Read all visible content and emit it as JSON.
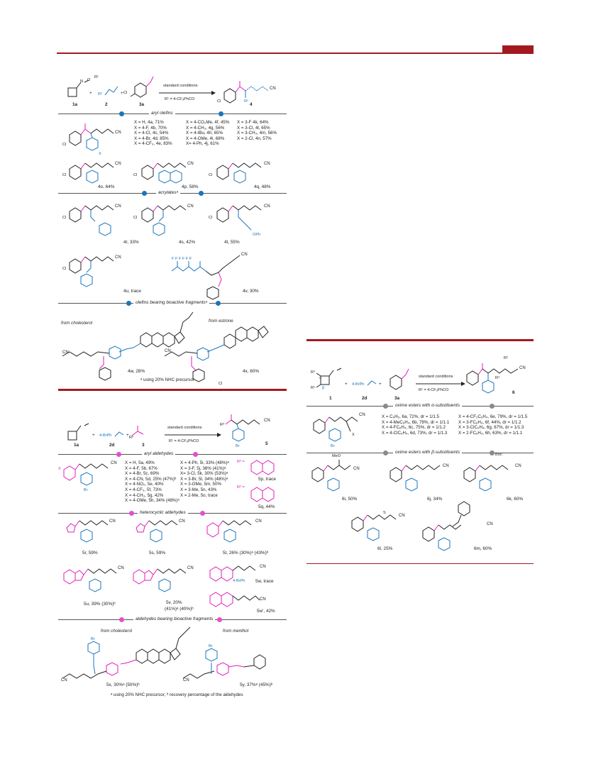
{
  "colors": {
    "rule": "#a21a1f",
    "blue": "#1a75bc",
    "magenta": "#e21db8",
    "grey": "#777777",
    "dot_blue": "#1a75bc",
    "dot_pink": "#e050d0",
    "dot_grey": "#8a8a8a"
  },
  "top_left": {
    "labels": {
      "r1": "R¹ = 4-CF₃PhCO",
      "cond": "standard conditions",
      "c1a": "1a",
      "c2": "2",
      "c3a": "3a",
      "c4": "4",
      "r1sup": "R¹",
      "r2": "R²",
      "cl": "Cl",
      "cn": "CN",
      "n": "N",
      "o": "O"
    },
    "sec_aryl": "aryl olefins",
    "aryl_col1": [
      "X = H, 4a, 71%",
      "X = 4-F, 4b, 70%",
      "X = 4-Cl, 4c, 54%",
      "X = 4-Br, 4d, 85%",
      "X = 4-CF₃, 4e, 83%"
    ],
    "aryl_col2": [
      "X = 4-CO₂Me, 4f, 45%",
      "X = 4-CH₃, 4g, 56%",
      "X = 4-tBu, 4h, 65%",
      "X = 4-OMe, 4i, 68%",
      "X= 4-Ph, 4j, 61%"
    ],
    "aryl_col3": [
      "X = 3-F 4k, 64%",
      "X = 3-Cl, 4l, 65%",
      "X = 3-CH₃, 4m, 56%",
      "X = 2-Cl, 4n, 57%"
    ],
    "x_label": "X",
    "p4o": "4o, 64%",
    "p4p": "4p, 58%",
    "p4q": "4q, 48%",
    "sec_acryl": "acrylatesᵃ",
    "p4r": "4r,  33%",
    "p4s": "4s, 42%",
    "p4t": "4t, 55%",
    "oph": "OPh",
    "p4u": "4u, trace",
    "p4v": "4v, 30%",
    "sec_bio": "olefins bearing bioactive fragmentsᵃ",
    "from_chol": "from cholesterol",
    "from_estr": "from estrone",
    "p4w": "4w, 28%",
    "p4x": "4x, 60%",
    "foot": "ᵃ using 20% NHC precursor"
  },
  "bottom_left": {
    "labels": {
      "c1a": "1a",
      "c2d": "2d",
      "c3": "3",
      "c5": "5",
      "brph": "4-BrPh",
      "cond": "standard conditions",
      "r1": "R¹ = 4-CF₃PhCO",
      "br": "Br",
      "r3": "R³"
    },
    "sec_aryl": "aryl aldehydes",
    "col1": [
      "X = H, 5a, 49%",
      "X = 4-F, 5b, 67%",
      "X = 4-Br, 5c, 69%",
      "X = 4-CN, 5d, 25% (47%)ᵇ",
      "X = 4-NO₂, 5e, 40%",
      "X = 4-CF₃, 5f, 73%",
      "X = 4-CH₃, 5g, 42%",
      "X = 4-OMe, 5h, 34% (48%)ᵃ"
    ],
    "col2": [
      "X = 4-Ph, 5i, 33% (48%)ᵃ",
      "X = 3-F, 5j, 36% (41%)ᵃ",
      "X= 3-Cl, 5k, 30% (53%)ᵃ",
      "X = 3-Br, 5l, 34% (48%)ᵃ",
      "X = 3-OMe, 5m, 50%",
      "X = 3-Me, 5n, 43%",
      "X = 2-Me, 5o, trace"
    ],
    "r3eq1": "R³ =",
    "r3eq2": "R³ =",
    "p5p": "5p, trace",
    "p5q": "5q, 44%",
    "sec_het": "heterocyclic aldehydes",
    "p5r": "5r, 59%",
    "p5s": "5s, 59%",
    "p5t": "5t, 26% (30%)ᵃ (43%)ᵇ",
    "p5u": "5u, 39% (30%)ᵇ",
    "p5v": "5v, 20%",
    "p5v2": "(41%)ᵃ (40%)ᵇ",
    "p5w": "5w, trace",
    "brph2": "4-BrPh",
    "p5w2": "5w', 42%",
    "sec_bio": "aldehydes bearing bioactive fragments",
    "from_chol": "from  cholesterol",
    "from_men": "from menthol",
    "p5x": "5x, 30%ᵃ (50%)ᵇ",
    "p5y": "5y, 37%ᵃ (45%)ᵇ",
    "foot": "ᵃ using 20% NHC precursor, ᵇ recovery percentage of the aldehydes"
  },
  "right": {
    "labels": {
      "c1": "1",
      "c2d": "2d",
      "c3a": "3a",
      "c6": "6",
      "brph": "4-BrPh",
      "cond": "standard conditions",
      "r1": "R¹ = 4-CF₃PhCO",
      "r4": "R⁴",
      "r5": "R⁵",
      "alpha": "α",
      "beta": "β",
      "x": "X",
      "meo": "MeO",
      "boc": "Boc",
      "s": "S"
    },
    "sec_alpha": "oxime esters with α-substituents",
    "col1": [
      "X = C₆H₅, 6a,  72%, dr = 1/1.5",
      "X = 4-MeC₆H₄, 6b, 78%, dr = 1/1.1",
      "X = 4-FC₆H₄, 6c, 75%, dr = 1/1.2",
      "X = 4-ClC₆H₄, 6d, 73%, dr = 1/1.3"
    ],
    "col2": [
      "X = 4-CF₃C₆H₄, 6e, 79%, dr = 1/1.5",
      "X = 3-FC₆H₄, 6f, 44%, dr = 1/1.2",
      "X = 3-ClC₆H₄, 6g, 67%, dr = 1/1.3",
      "X = 2-FC₆H₄, 6h, 63%, dr = 1/1.1"
    ],
    "sec_beta": "oxime esters with β-substituents",
    "p6i": "6i, 50%",
    "p6j": "6j, 34%",
    "p6k": "6k, 60%",
    "p6l": "6l, 25%",
    "p6m": "6m, 60%"
  }
}
